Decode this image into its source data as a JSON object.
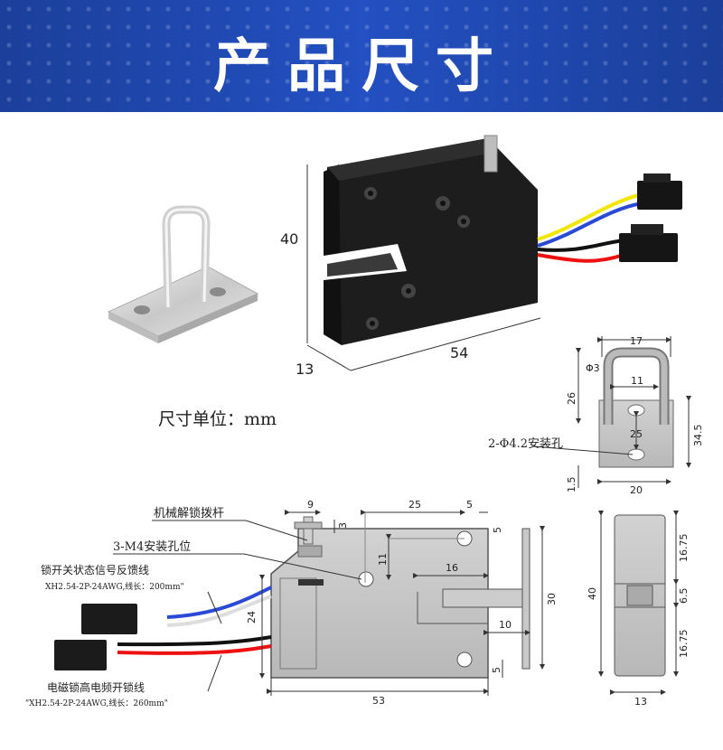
{
  "banner": {
    "title": "产品尺寸"
  },
  "unit_note": "尺寸单位：mm",
  "photo_dims": {
    "height": "40",
    "depth": "13",
    "length": "54"
  },
  "strike_dims": {
    "width_top": "17",
    "phi": "Φ3",
    "inner": "11",
    "height": "26",
    "hole_spacing": "25",
    "total": "34.5",
    "thickness": "1.5",
    "base_width": "20",
    "hole_label": "2-Φ4.2安装孔"
  },
  "front_dims": {
    "lever_w": "9",
    "top_off": "25",
    "corner": "5",
    "lever_h": "3",
    "hole_offset": "11",
    "slot": "16",
    "height": "30",
    "slot_h": "10",
    "left_h": "24",
    "bottom_off": "5",
    "length": "53"
  },
  "side_dims": {
    "top": "16.75",
    "mid": "6.5",
    "bottom": "16.75",
    "height": "40",
    "width": "13"
  },
  "labels": {
    "release_lever": "机械解锁拨杆",
    "mount_hole": "3-M4安装孔位",
    "feedback_line": "锁开关状态信号反馈线",
    "feedback_spec": "XH2.54-2P-24AWG,线长：200mm\"",
    "unlock_line": "电磁锁高电频开锁线",
    "unlock_spec": "\"XH2.54-2P-24AWG,线长：260mm\""
  }
}
